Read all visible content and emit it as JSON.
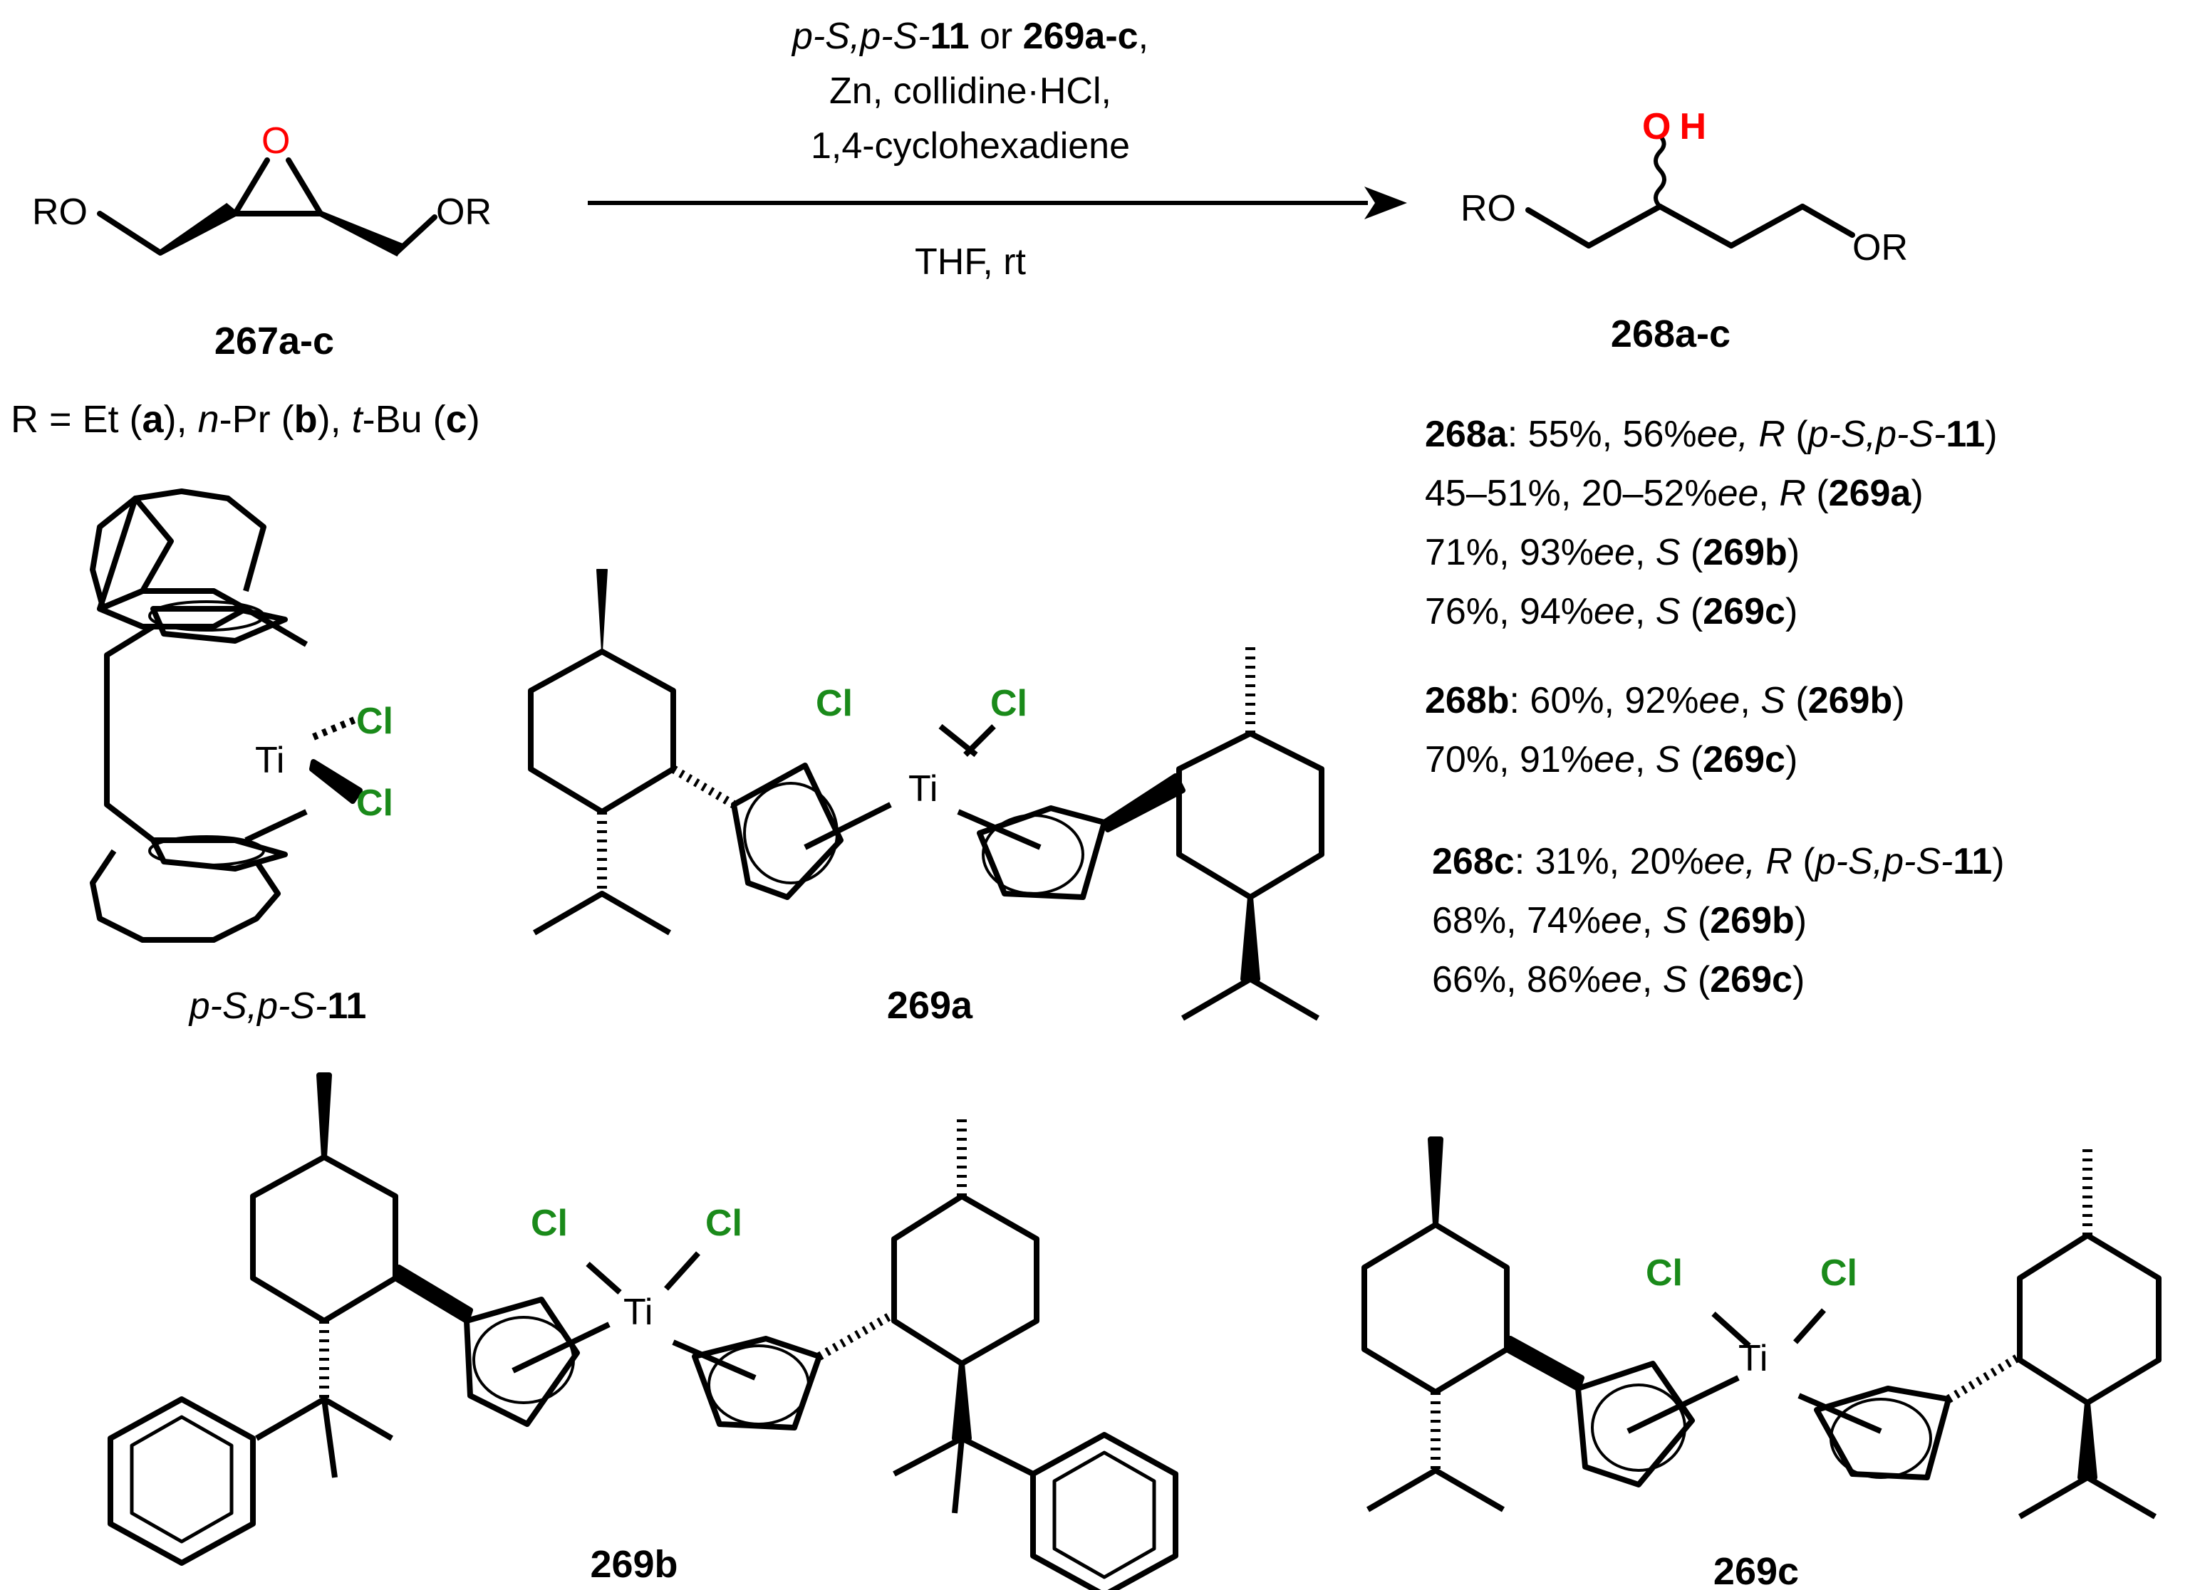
{
  "colors": {
    "ink": "#000000",
    "oxygen": "#ff0000",
    "chlorine": "#1a8a1a"
  },
  "reaction": {
    "conditions": {
      "line1": {
        "a": "p-S,p-S-",
        "b": "11",
        "c": " or ",
        "d": "269a-c",
        "e": ","
      },
      "line2": "Zn, collidine·HCl,",
      "line3": "1,4-cyclohexadiene",
      "line4": "THF, rt"
    },
    "reactant": {
      "label": "267a-c",
      "ro_left": "RO",
      "ro_right": "OR",
      "oxygen": "O",
      "r_def": {
        "p1": "R = Et (",
        "a": "a",
        "p2": "), ",
        "n": "n",
        "p3": "-Pr (",
        "b": "b",
        "p4": "), ",
        "t": "t",
        "p5": "-Bu (",
        "c": "c",
        "p6": ")"
      }
    },
    "product": {
      "label": "268a-c",
      "oh_o": "O",
      "oh_h": "H",
      "ro_left": "RO",
      "or_right": "OR"
    }
  },
  "results": {
    "r268a_1": {
      "id": "268a",
      "text": ": 55%, 56%",
      "ee": "ee,",
      "conf": " R",
      "p": " (",
      "cat_it": "p-S,p-S-",
      "cat_b": "11",
      "end": ")"
    },
    "r268a_2": {
      "text": "45–51%, 20–52%",
      "ee": "ee",
      "p": ", ",
      "conf": "R",
      "p2": " (",
      "cat_b": "269a",
      "end": ")"
    },
    "r268a_3": {
      "text": "71%, 93%",
      "ee": "ee",
      "p": ", ",
      "conf": "S",
      "p2": " (",
      "cat_b": "269b",
      "end": ")"
    },
    "r268a_4": {
      "text": "76%, 94%",
      "ee": "ee",
      "p": ", ",
      "conf": "S",
      "p2": " (",
      "cat_b": "269c",
      "end": ")"
    },
    "r268b_1": {
      "id": "268b",
      "text": ": 60%, 92%",
      "ee": "ee",
      "p": ", ",
      "conf": "S",
      "p2": " (",
      "cat_b": "269b",
      "end": ")"
    },
    "r268b_2": {
      "text": "70%, 91%",
      "ee": "ee",
      "p": ", ",
      "conf": "S",
      "p2": " (",
      "cat_b": "269c",
      "end": ")"
    },
    "r268c_1": {
      "id": "268c",
      "text": ": 31%, 20%",
      "ee": "ee,",
      "conf": " R",
      "p": " (",
      "cat_it": "p-S,p-S-",
      "cat_b": "11",
      "end": ")"
    },
    "r268c_2": {
      "text": "68%, 74%",
      "ee": "ee",
      "p": ", ",
      "conf": "S",
      "p2": " (",
      "cat_b": "269b",
      "end": ")"
    },
    "r268c_3": {
      "text": "66%, 86%",
      "ee": "ee",
      "p": ", ",
      "conf": "S",
      "p2": " (",
      "cat_b": "269c",
      "end": ")"
    }
  },
  "catalysts": {
    "c11": {
      "label_it": "p-S,p-S-",
      "label_b": "11",
      "ti": "Ti",
      "cl": "Cl"
    },
    "c269a": {
      "label": "269a",
      "ti": "Ti",
      "cl": "Cl"
    },
    "c269b": {
      "label": "269b",
      "ti": "Ti",
      "cl": "Cl"
    },
    "c269c": {
      "label": "269c",
      "ti": "Ti",
      "cl": "Cl"
    }
  }
}
